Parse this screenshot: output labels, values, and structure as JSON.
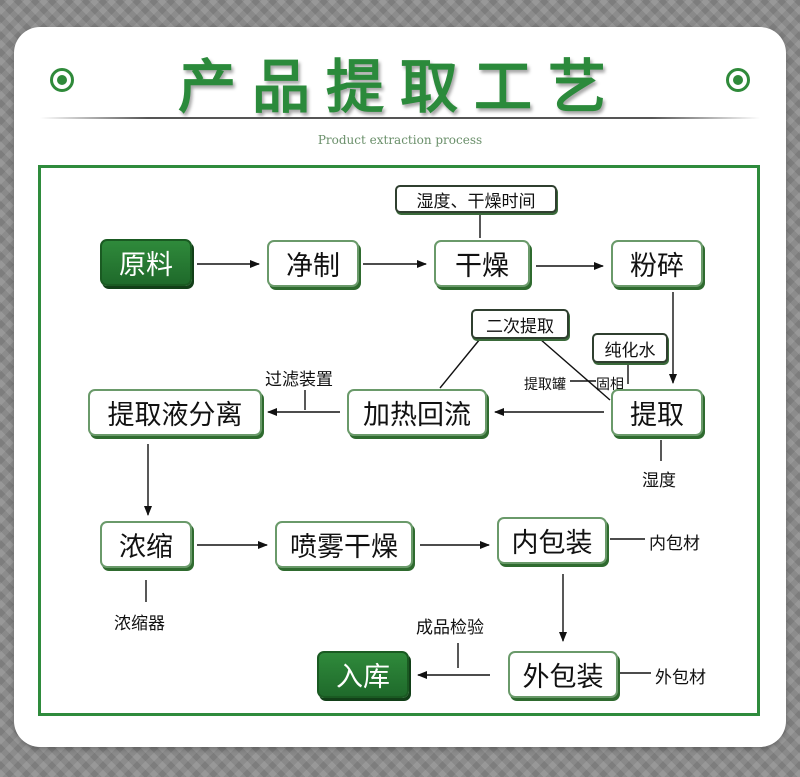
{
  "header": {
    "title": "产品提取工艺",
    "subtitle": "Product extraction process",
    "accent_color": "#2e8b3c"
  },
  "nodes": {
    "raw_material": "原料",
    "cleaning": "净制",
    "drying": "干燥",
    "crushing": "粉碎",
    "extraction": "提取",
    "heating_reflux": "加热回流",
    "extract_separation": "提取液分离",
    "concentration": "浓缩",
    "spray_drying": "喷雾干燥",
    "inner_packaging": "内包装",
    "outer_packaging": "外包装",
    "warehousing": "入库"
  },
  "tags": {
    "humidity_drying_time": "湿度、干燥时间",
    "secondary_extraction": "二次提取",
    "purified_water": "纯化水"
  },
  "labels": {
    "extraction_tank": "提取罐",
    "phase": "固相",
    "filter_device": "过滤装置",
    "humidity": "湿度",
    "concentrator": "浓缩器",
    "inner_material": "内包材",
    "finished_inspection": "成品检验",
    "outer_material": "外包材"
  },
  "icons": {
    "left": "bullseye-icon",
    "right": "bullseye-icon"
  }
}
